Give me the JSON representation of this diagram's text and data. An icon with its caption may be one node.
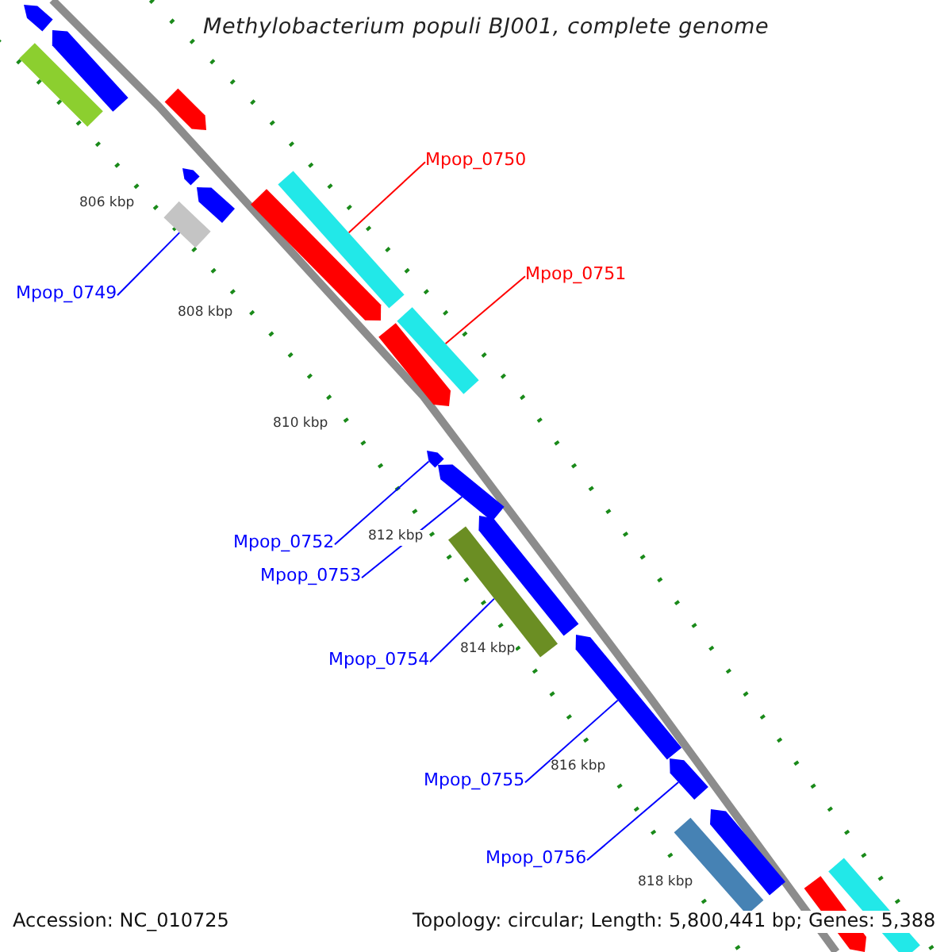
{
  "diagram": {
    "title": "Methylobacterium populi BJ001, complete genome",
    "nodes": [
      {
        "text": [],
        "shape": "bar"
      },
      {
        "text": [],
        "shape": "bar"
      },
      {
        "text": [],
        "shape": "bar"
      },
      {
        "text": [],
        "shape": "bar"
      },
      {
        "text": [],
        "shape": "bar"
      },
      {
        "text": [],
        "shape": "bar"
      },
      {
        "text": [
          "Mpop_0749"
        ]
      },
      {
        "text": [],
        "shape": "bar"
      },
      {
        "text": [
          "Mpop_0750"
        ]
      },
      {
        "text": [],
        "shape": "bar"
      },
      {
        "text": [],
        "shape": "bar"
      },
      {
        "text": [
          "Mpop_0751"
        ]
      },
      {
        "text": [],
        "shape": "bar"
      },
      {
        "text": [],
        "shape": "bar"
      },
      {
        "text": [
          "Mpop_0752"
        ]
      },
      {
        "text": [],
        "shape": "bar"
      },
      {
        "text": [
          "Mpop_0753"
        ]
      },
      {
        "text": [],
        "shape": "bar"
      },
      {
        "text": [],
        "shape": "bar"
      },
      {
        "text": [
          "Mpop_0754"
        ]
      },
      {
        "text": [],
        "shape": "bar"
      },
      {
        "text": [
          "Mpop_0755"
        ]
      },
      {
        "text": [],
        "shape": "bar"
      },
      {
        "text": [
          "Mpop_0756"
        ]
      },
      {
        "text": [],
        "shape": "bar"
      },
      {
        "text": [],
        "shape": "bar"
      },
      {
        "text": [],
        "shape": "bar"
      },
      {
        "text": [],
        "shape": "bar"
      },
      {
        "text": [],
        "shape": "bar"
      }
    ],
    "edges": [
      {
        "from": 6,
        "to": 7,
        "arrow": "none"
      },
      {
        "from": 8,
        "to": 9,
        "arrow": "none",
        "color": "#ff0000"
      },
      {
        "from": 11,
        "to": 12,
        "arrow": "none",
        "color": "#ff0000"
      },
      {
        "from": 14,
        "to": 15,
        "arrow": "none"
      },
      {
        "from": 16,
        "to": 17,
        "arrow": "none"
      },
      {
        "from": 19,
        "to": 20,
        "arrow": "none"
      },
      {
        "from": 21,
        "to": 22,
        "arrow": "none"
      },
      {
        "from": 23,
        "to": 24,
        "arrow": "none"
      }
    ],
    "labels": [
      "806 kbp",
      "808 kbp",
      "810 kbp",
      "812 kbp",
      "814 kbp",
      "816 kbp",
      "818 kbp",
      "Accession: NC_010725",
      "Topology: circular; Length: 5,800,441 bp; Genes: 5,388"
    ]
  }
}
